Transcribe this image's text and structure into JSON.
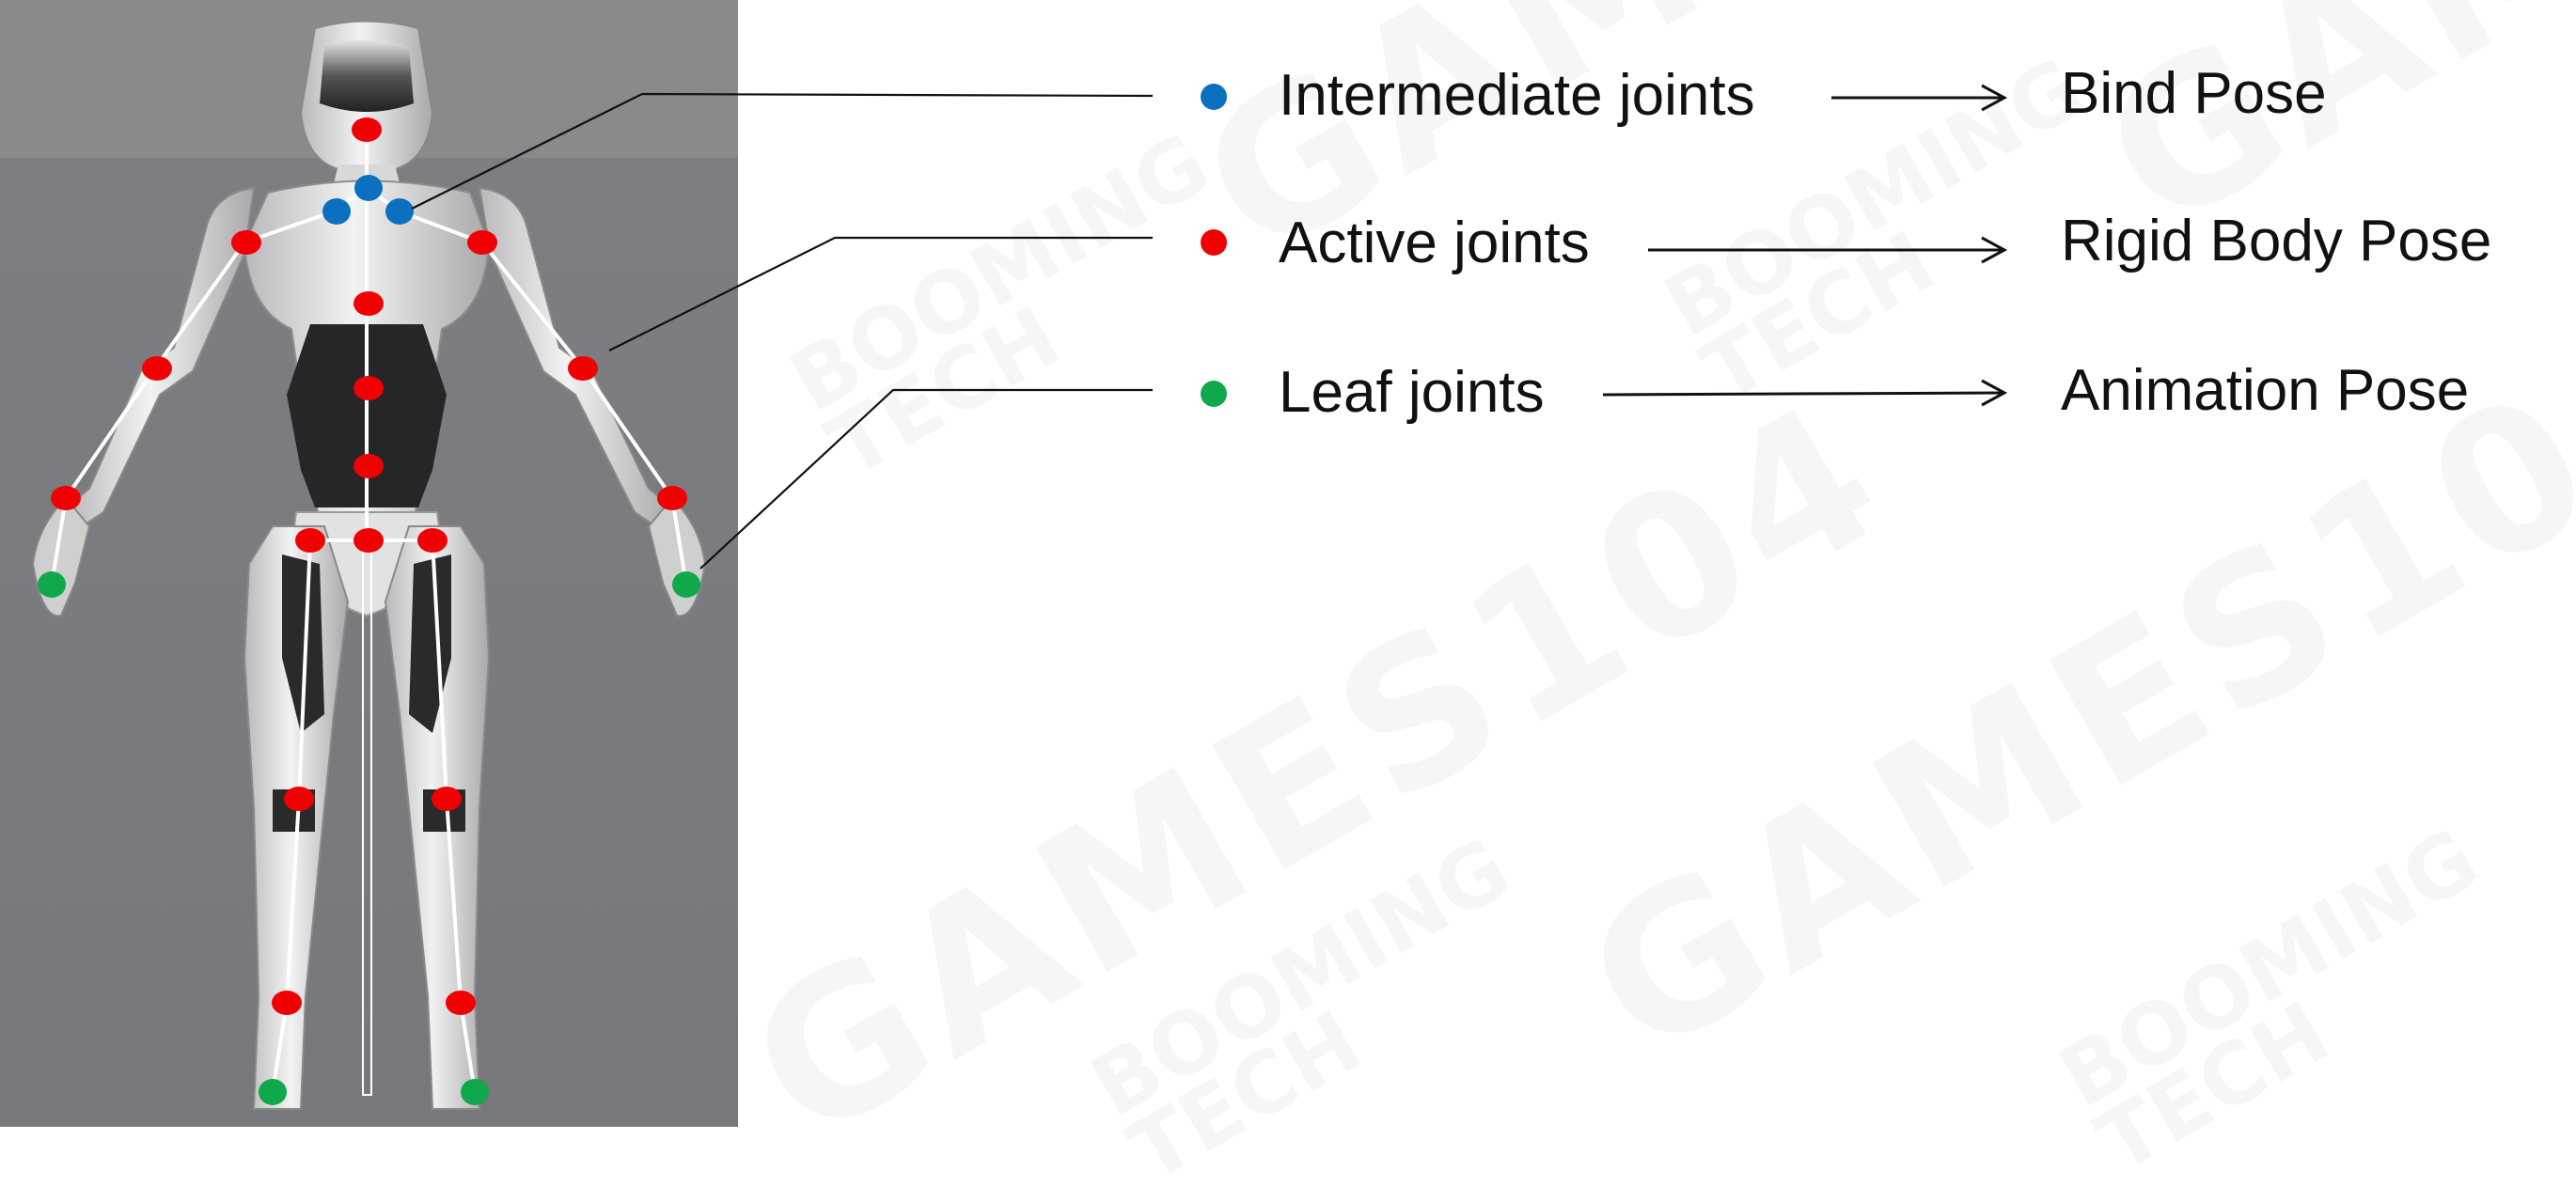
{
  "colors": {
    "intermediate": "#0b70c0",
    "active": "#f00000",
    "leaf": "#10a84a",
    "text": "#111111",
    "panel_bg": "#7d7e82"
  },
  "legend": [
    {
      "label": "Intermediate joints",
      "pose": "Bind Pose",
      "color_key": "intermediate"
    },
    {
      "label": "Active joints",
      "pose": "Rigid Body Pose",
      "color_key": "active"
    },
    {
      "label": "Leaf joints",
      "pose": "Animation Pose",
      "color_key": "leaf"
    }
  ],
  "watermark": {
    "large": "GAMES104",
    "small_top": "BOOMING",
    "small_bottom": "TECH"
  }
}
